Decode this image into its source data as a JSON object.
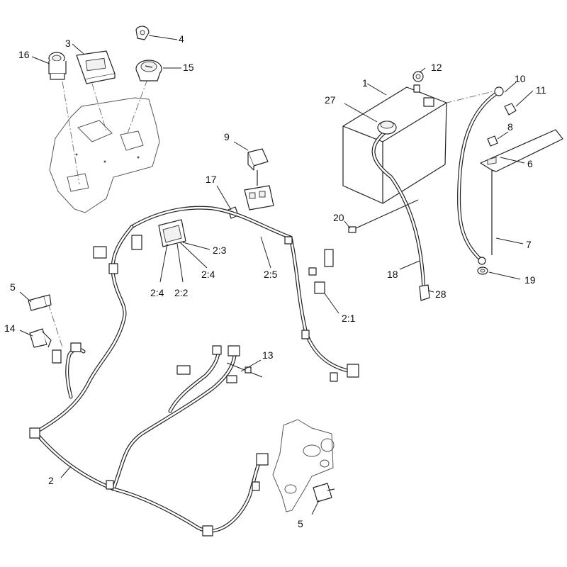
{
  "callouts": {
    "c1": "1",
    "c2": "2",
    "c2_1": "2:1",
    "c2_2": "2:2",
    "c2_3": "2:3",
    "c2_4a": "2:4",
    "c2_4b": "2:4",
    "c2_5": "2:5",
    "c3": "3",
    "c4": "4",
    "c5a": "5",
    "c5b": "5",
    "c6": "6",
    "c7": "7",
    "c8": "8",
    "c9": "9",
    "c10": "10",
    "c11": "11",
    "c12": "12",
    "c13": "13",
    "c14": "14",
    "c15": "15",
    "c16": "16",
    "c17": "17",
    "c18": "18",
    "c19": "19",
    "c20": "20",
    "c27": "27",
    "c28": "28"
  }
}
